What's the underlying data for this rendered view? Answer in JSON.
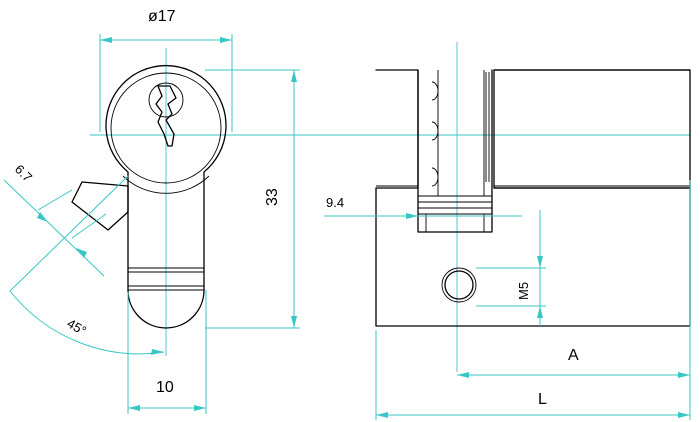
{
  "dimensions": {
    "diameter": "ø17",
    "height_total": "33",
    "width_bottom": "10",
    "angle": "45°",
    "cam_width": "6.7",
    "offset_9_4": "9.4",
    "thread": "M5",
    "length_a": "A",
    "length_l": "L"
  },
  "colors": {
    "dimension_line": "#39c6c6",
    "part_outline": "#000000"
  }
}
